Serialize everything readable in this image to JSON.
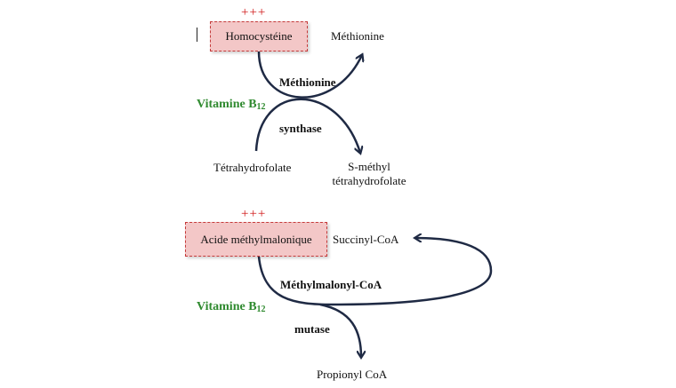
{
  "reaction1": {
    "indicator": "+++",
    "substrate": "Homocystéine",
    "product": "Méthionine",
    "enzyme_line1": "Méthionine",
    "enzyme_line2": "synthase",
    "cofactor_name": "Vitamine B",
    "cofactor_sub": "12",
    "cosubstrate": "Tétrahydrofolate",
    "coproduct_line1": "S-méthyl",
    "coproduct_line2": "tétrahydrofolate"
  },
  "reaction2": {
    "indicator": "+++",
    "substrate": "Acide méthylmalonique",
    "product": "Succinyl-CoA",
    "enzyme_line1": "Méthylmalonyl-CoA",
    "enzyme_line2": "mutase",
    "cofactor_name": "Vitamine B",
    "cofactor_sub": "12",
    "side_product": "Propionyl CoA"
  },
  "colors": {
    "arrow": "#1f2a44",
    "indicator": "#d01818",
    "box_fill": "#f3c7c7",
    "box_border": "#c43a3a",
    "cofactor": "#2f8a2f"
  }
}
